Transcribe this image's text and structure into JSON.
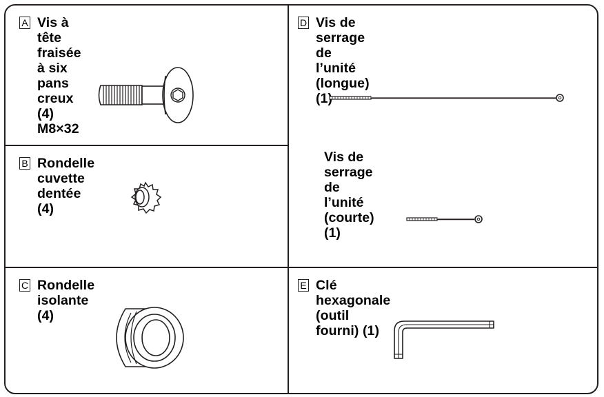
{
  "parts": {
    "A": {
      "letter": "A",
      "title_line1": "Vis à tête fraisée à six pans",
      "title_line2": "creux (4)",
      "spec": "M8×32"
    },
    "B": {
      "letter": "B",
      "title": "Rondelle cuvette dentée (4)"
    },
    "C": {
      "letter": "C",
      "title": "Rondelle isolante (4)"
    },
    "D": {
      "letter": "D",
      "title_line1": "Vis de serrage de l’unité (longue)",
      "title_line2": "(1)",
      "sub_line1": "Vis de serrage de l’unité (courte)",
      "sub_line2": "(1)"
    },
    "E": {
      "letter": "E",
      "title": "Clé hexagonale (outil fourni) (1)"
    }
  }
}
